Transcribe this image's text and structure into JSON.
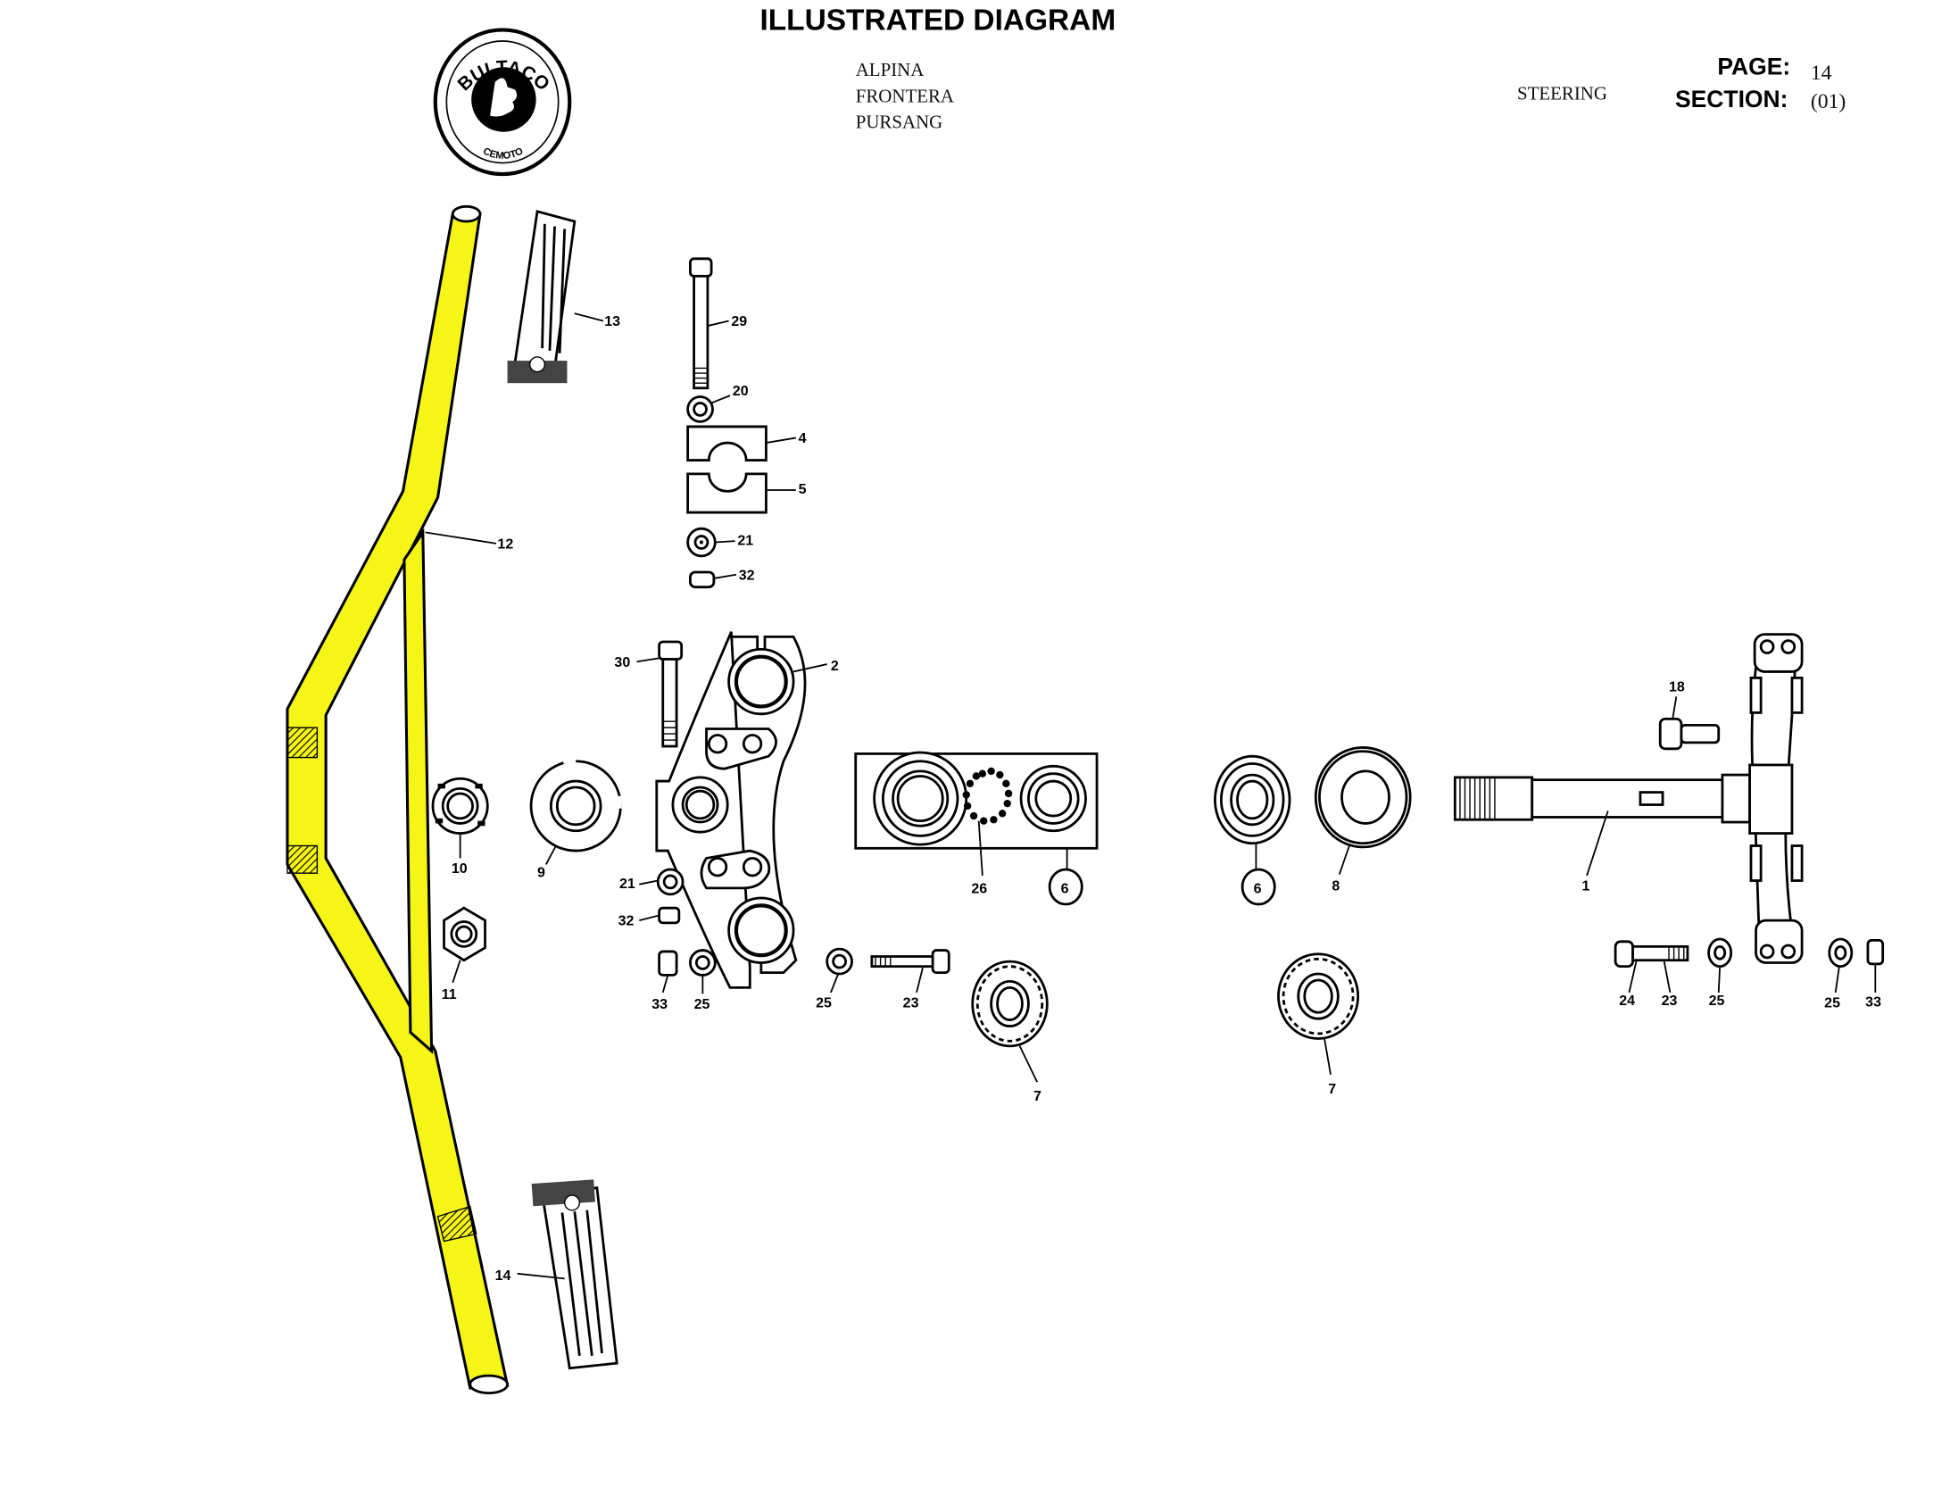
{
  "header": {
    "title": "ILLUSTRATED DIAGRAM",
    "models": [
      "ALPINA",
      "FRONTERA",
      "PURSANG"
    ],
    "group": "STEERING",
    "page_label": "PAGE:",
    "page_value": "14",
    "section_label": "SECTION:",
    "section_value": "(01)"
  },
  "logo": {
    "brand": "BULTACO",
    "sub": "CEMOTO"
  },
  "colors": {
    "highlight": "#f5f518",
    "ink": "#000000"
  },
  "parts": {
    "handlebar": "12",
    "grip_left": "13",
    "grip_right": "14",
    "bolt_clamp": "29",
    "washer_clamp": "20",
    "clamp_upper": "4",
    "clamp_lower": "5",
    "washer_upper": "21",
    "nut_upper": "32",
    "bolt_crown": "30",
    "top_crown": "2",
    "castle_nut": "10",
    "locknut": "9",
    "hex_nut": "11",
    "washer_mid": "21",
    "nut_mid": "32",
    "nut_low": "33",
    "washer_low_a": "25",
    "washer_low_b": "25",
    "bolt_low": "23",
    "balls": "26",
    "bearing_kit": "6",
    "bearing_cup": "6",
    "dust_cover": "8",
    "bearing_upper": "7",
    "bearing_lower": "7",
    "stem_bolt": "18",
    "stem": "1",
    "bolt_stem": "24",
    "bolt_stem_b": "23",
    "washer_stem_a": "25",
    "washer_stem_b": "25",
    "nut_stem": "33"
  }
}
